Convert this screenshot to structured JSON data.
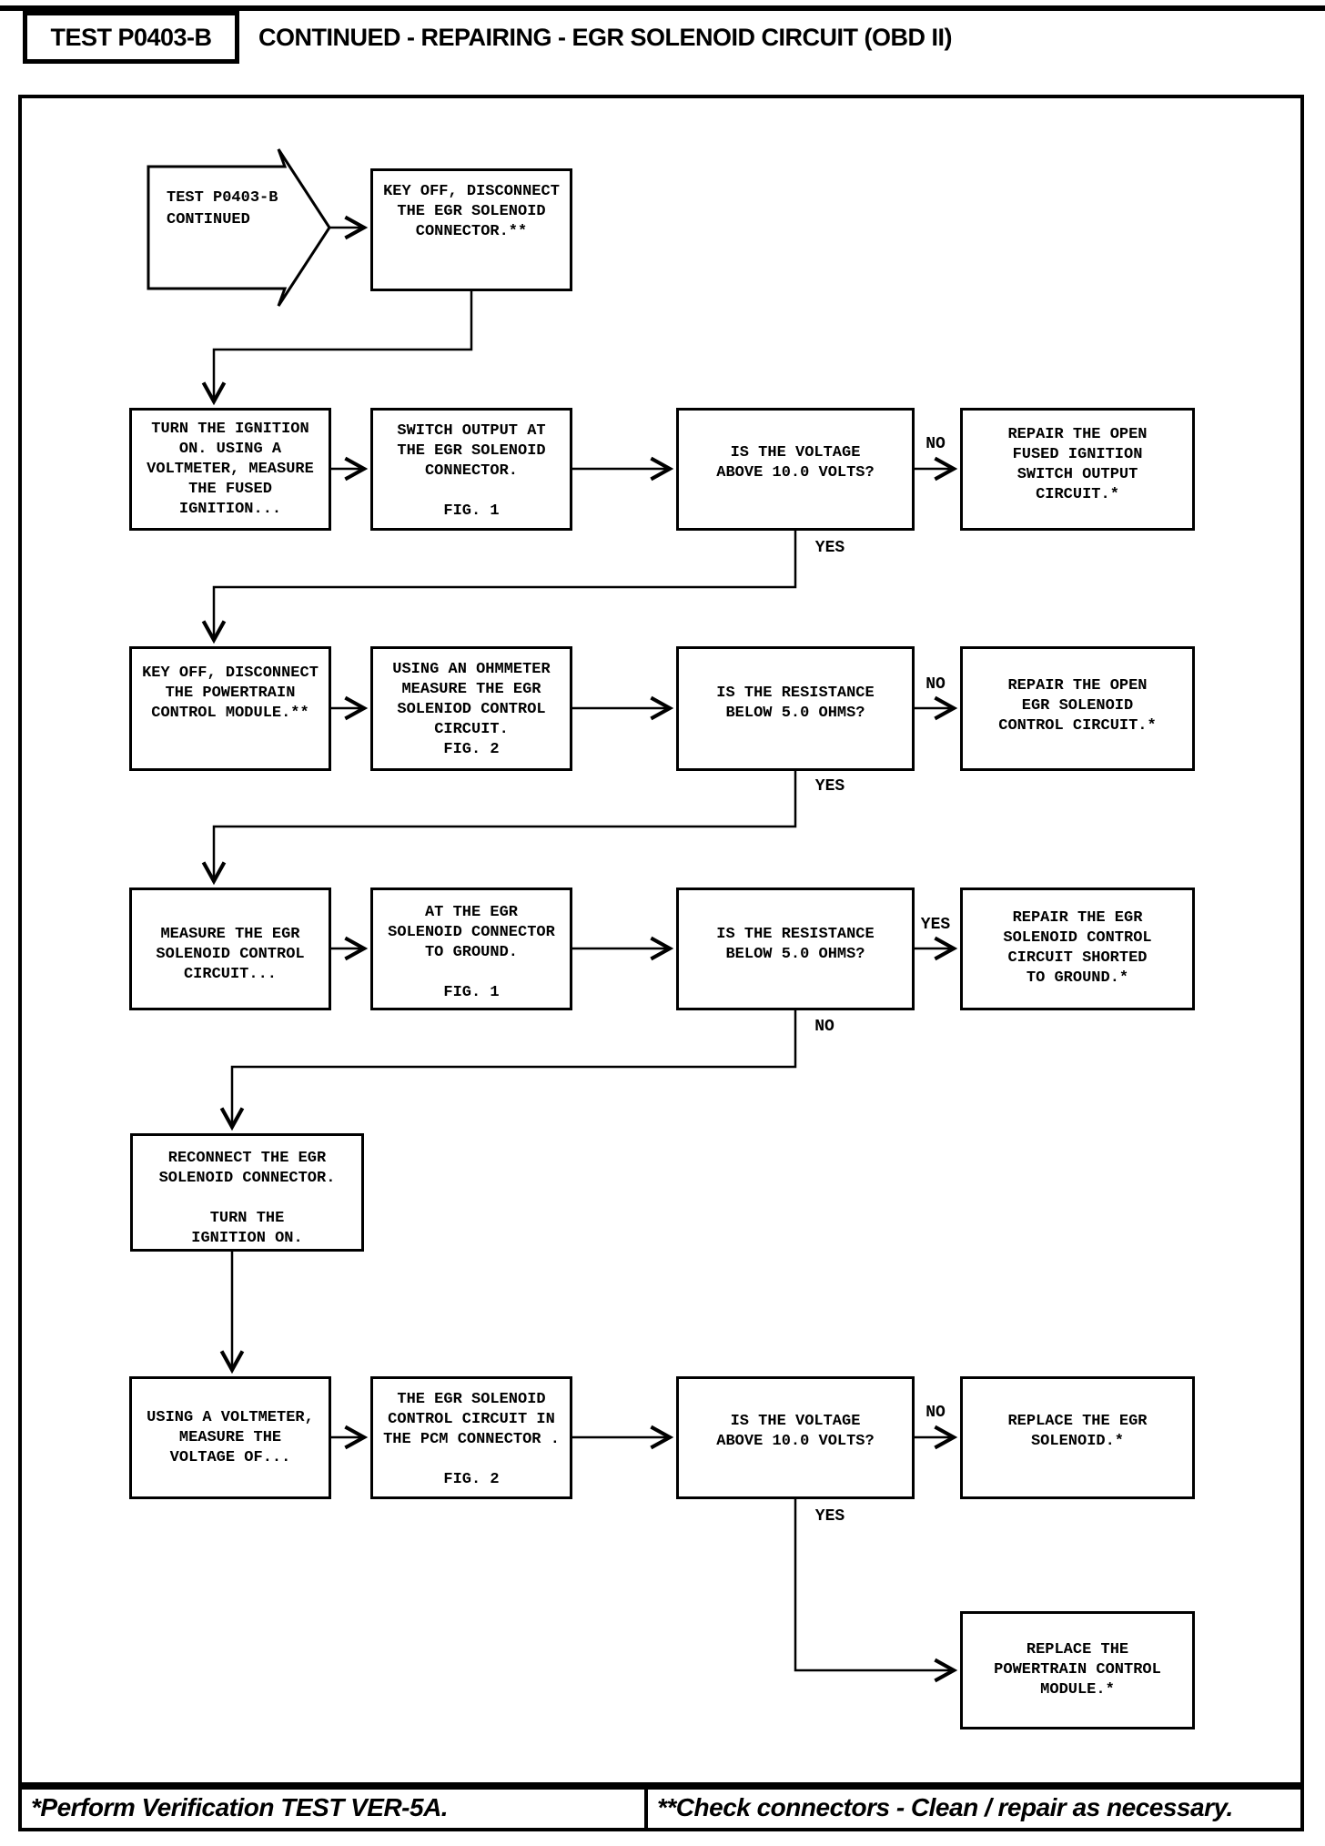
{
  "header": {
    "test_label": "TEST P0403-B",
    "title": "CONTINUED - REPAIRING - EGR SOLENOID CIRCUIT (OBD II)"
  },
  "start": {
    "label": "TEST P0403-B\nCONTINUED"
  },
  "first_step": {
    "text": "KEY OFF, DISCONNECT\nTHE EGR SOLENOID\nCONNECTOR.**"
  },
  "rows": [
    {
      "step": "TURN THE IGNITION\nON. USING A\nVOLTMETER, MEASURE\nTHE FUSED\nIGNITION...",
      "detail": "SWITCH OUTPUT AT\nTHE EGR SOLENOID\nCONNECTOR.\n\nFIG. 1",
      "question": "IS THE VOLTAGE\nABOVE 10.0 VOLTS?",
      "branch_label": "NO",
      "branch_action": "REPAIR THE OPEN\nFUSED IGNITION\nSWITCH OUTPUT\nCIRCUIT.*",
      "exit_label": "YES"
    },
    {
      "step": "KEY OFF, DISCONNECT\nTHE POWERTRAIN\nCONTROL MODULE.**",
      "detail": "USING AN OHMMETER\nMEASURE THE EGR\nSOLENIOD CONTROL\nCIRCUIT.\nFIG. 2",
      "question": "IS THE RESISTANCE\nBELOW 5.0 OHMS?",
      "branch_label": "NO",
      "branch_action": "REPAIR THE OPEN\nEGR SOLENOID\nCONTROL CIRCUIT.*",
      "exit_label": "YES"
    },
    {
      "step": "MEASURE THE EGR\nSOLENOID CONTROL\nCIRCUIT...",
      "detail": "AT THE EGR\nSOLENOID CONNECTOR\nTO GROUND.\n\nFIG. 1",
      "question": "IS THE RESISTANCE\nBELOW 5.0 OHMS?",
      "branch_label": "YES",
      "branch_action": "REPAIR THE EGR\nSOLENOID CONTROL\nCIRCUIT SHORTED\nTO GROUND.*",
      "exit_label": "NO"
    },
    {
      "step": "USING A VOLTMETER,\nMEASURE THE\nVOLTAGE OF...",
      "detail": "THE EGR SOLENOID\nCONTROL CIRCUIT IN\nTHE PCM CONNECTOR .\n\nFIG. 2",
      "question": "IS THE VOLTAGE\nABOVE 10.0 VOLTS?",
      "branch_label": "NO",
      "branch_action": "REPLACE THE EGR\nSOLENOID.*",
      "exit_label": "YES"
    }
  ],
  "reconnect_step": {
    "text": "RECONNECT THE EGR\nSOLENOID CONNECTOR.\n\nTURN THE\nIGNITION ON."
  },
  "final_action": {
    "text": "REPLACE THE\nPOWERTRAIN CONTROL\nMODULE.*"
  },
  "footer": {
    "left": "*Perform Verification TEST VER-5A.",
    "right": "**Check connectors - Clean / repair as necessary."
  },
  "colors": {
    "ink": "#000000",
    "paper": "#ffffff"
  }
}
